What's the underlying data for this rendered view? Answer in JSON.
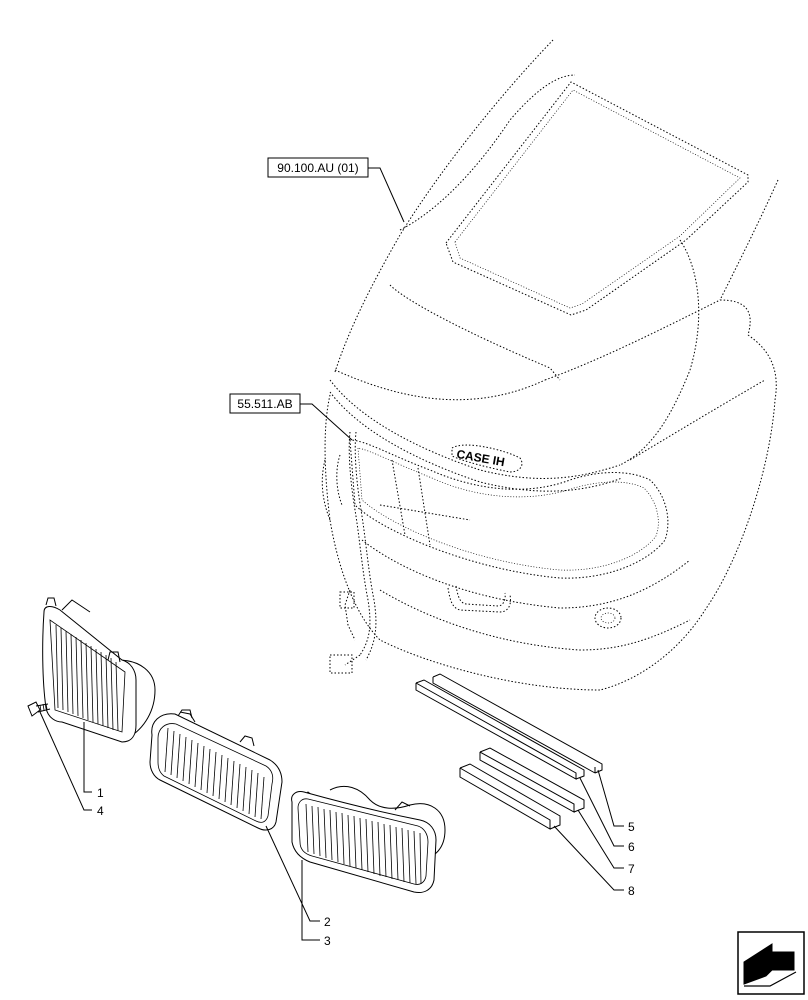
{
  "references": [
    {
      "id": "ref-hood",
      "text": "90.100.AU (01)"
    },
    {
      "id": "ref-harness",
      "text": "55.511.AB"
    }
  ],
  "callouts": [
    "1",
    "2",
    "3",
    "4",
    "5",
    "6",
    "7",
    "8"
  ],
  "logo_text": "CASE IH",
  "icons": {
    "nav_arrow": "arrow-icon"
  }
}
